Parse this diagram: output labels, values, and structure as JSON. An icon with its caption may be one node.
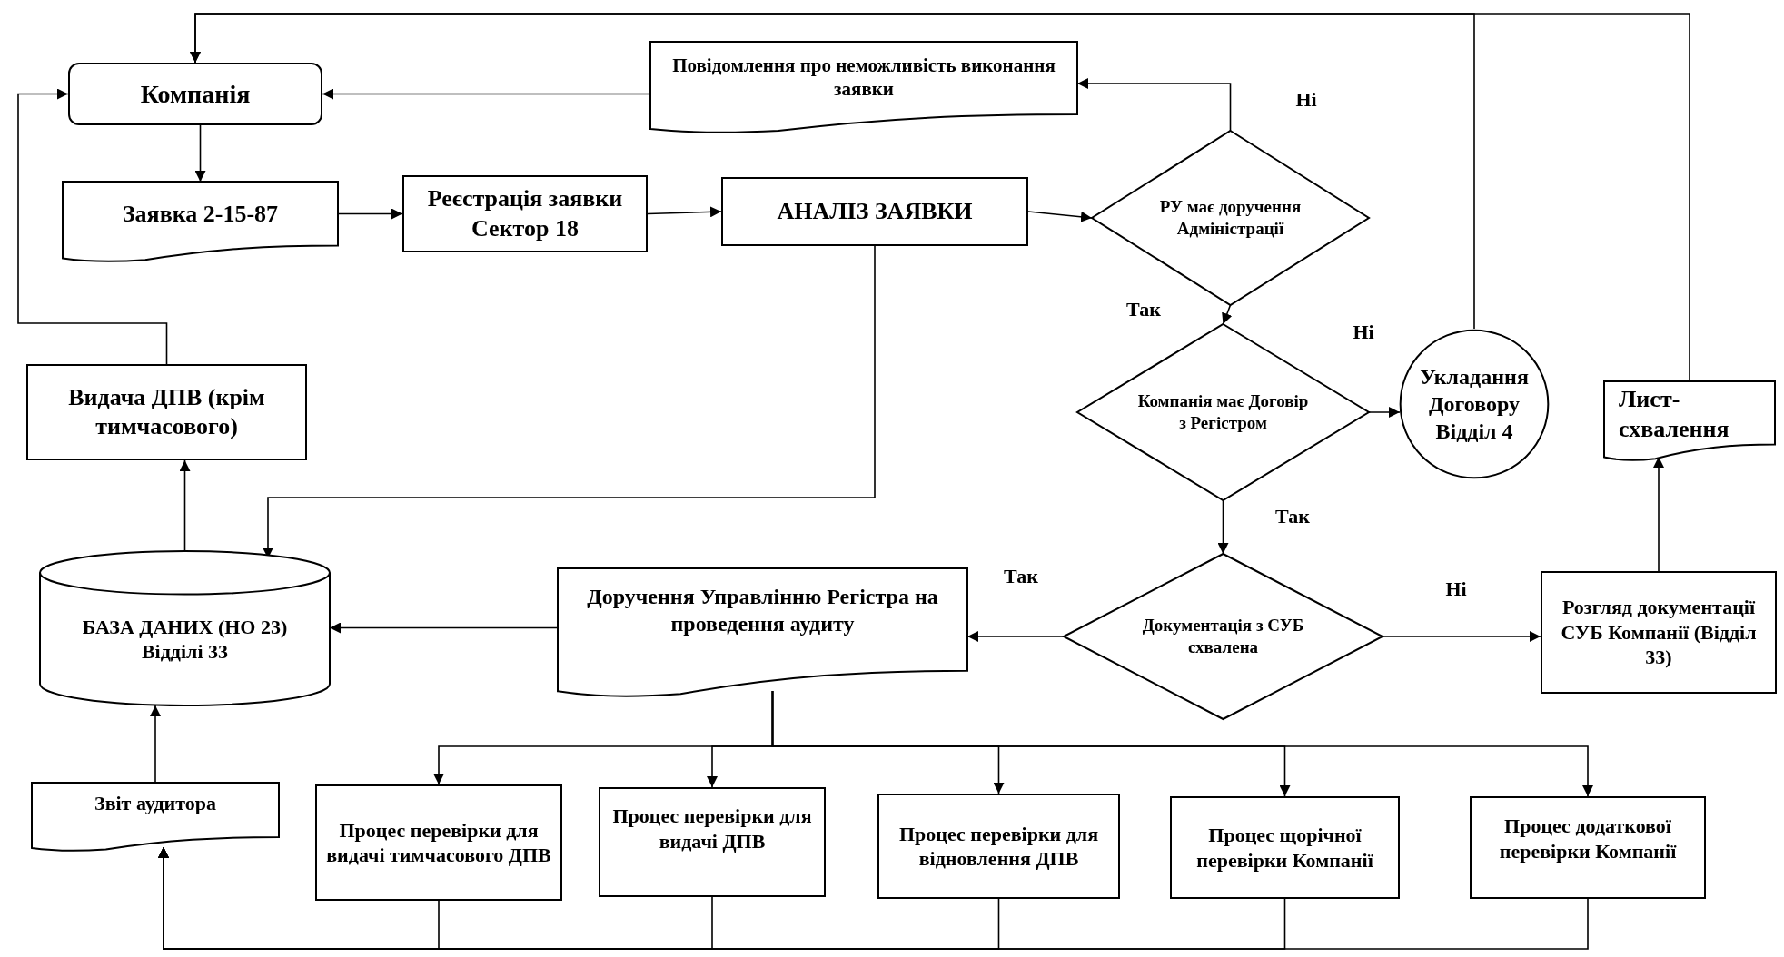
{
  "diagram": {
    "nodes": [
      {
        "text": [
          "Компанія"
        ]
      },
      {
        "text": [
          "Повідомлення про неможливість виконання заявки"
        ]
      },
      {
        "text": [
          "Заявка 2-15-87"
        ]
      },
      {
        "text": [
          "Реєстрація заявки Сектор 18"
        ]
      },
      {
        "text": [
          "АНАЛІЗ ЗАЯВКИ"
        ]
      },
      {
        "text": [
          "РУ має доручення Адміністрації"
        ]
      },
      {
        "text": [
          "Компанія має Договір з Регістром"
        ]
      },
      {
        "text": [
          "Укладання Договору Відділ 4"
        ]
      },
      {
        "text": [
          "Лист-схвалення"
        ]
      },
      {
        "text": [
          "Видача ДПВ (крім тимчасового)"
        ]
      },
      {
        "text": [
          "БАЗА ДАНИХ (НО 23) Відділі 33"
        ]
      },
      {
        "text": [
          "Доручення Управлінню Регістра на проведення аудиту"
        ]
      },
      {
        "text": [
          "Документація з СУБ схвалена"
        ]
      },
      {
        "text": [
          "Розгляд документації СУБ Компанії (Відділ 33)"
        ]
      },
      {
        "text": [
          "Звіт аудитора"
        ]
      },
      {
        "text": [
          "Процес перевірки для видачі тимчасового ДПВ"
        ]
      },
      {
        "text": [
          "Процес перевірки для видачі ДПВ"
        ]
      },
      {
        "text": [
          "Процес перевірки для відновлення ДПВ"
        ]
      },
      {
        "text": [
          "Процес щорічної перевірки Компанії"
        ]
      },
      {
        "text": [
          "Процес додаткової перевірки Компанії"
        ]
      }
    ],
    "edges": [
      {
        "from": 0,
        "to": 2,
        "arrow": "to"
      },
      {
        "from": 2,
        "to": 3,
        "arrow": "to"
      },
      {
        "from": 3,
        "to": 4,
        "arrow": "to"
      },
      {
        "from": 4,
        "to": 5,
        "arrow": "to"
      },
      {
        "from": 5,
        "to": 1,
        "arrow": "to",
        "label": "Ні"
      },
      {
        "from": 1,
        "to": 0,
        "arrow": "to"
      },
      {
        "from": 5,
        "to": 6,
        "arrow": "to",
        "label": "Так"
      },
      {
        "from": 6,
        "to": 7,
        "arrow": "to",
        "label": "Ні"
      },
      {
        "from": 7,
        "to": 0,
        "arrow": "to"
      },
      {
        "from": 8,
        "to": 0,
        "arrow": "to"
      },
      {
        "from": 6,
        "to": 12,
        "arrow": "to",
        "label": "Так"
      },
      {
        "from": 12,
        "to": 11,
        "arrow": "to",
        "label": "Так"
      },
      {
        "from": 12,
        "to": 13,
        "arrow": "to",
        "label": "Ні"
      },
      {
        "from": 13,
        "to": 8,
        "arrow": "to"
      },
      {
        "from": 4,
        "to": 10,
        "arrow": "to"
      },
      {
        "from": 11,
        "to": 10,
        "arrow": "to"
      },
      {
        "from": 10,
        "to": 9,
        "arrow": "to"
      },
      {
        "from": 9,
        "to": 0,
        "arrow": "to"
      },
      {
        "from": 14,
        "to": 10,
        "arrow": "to"
      },
      {
        "from": 11,
        "to": 15,
        "arrow": "to"
      },
      {
        "from": 11,
        "to": 16,
        "arrow": "to"
      },
      {
        "from": 11,
        "to": 17,
        "arrow": "to"
      },
      {
        "from": 11,
        "to": 18,
        "arrow": "to"
      },
      {
        "from": 11,
        "to": 19,
        "arrow": "to"
      },
      {
        "from": 15,
        "to": 14,
        "arrow": "to"
      },
      {
        "from": 16,
        "to": 14,
        "arrow": "to"
      },
      {
        "from": 17,
        "to": 14,
        "arrow": "to"
      },
      {
        "from": 18,
        "to": 14,
        "arrow": "to"
      },
      {
        "from": 19,
        "to": 14,
        "arrow": "to"
      }
    ]
  }
}
